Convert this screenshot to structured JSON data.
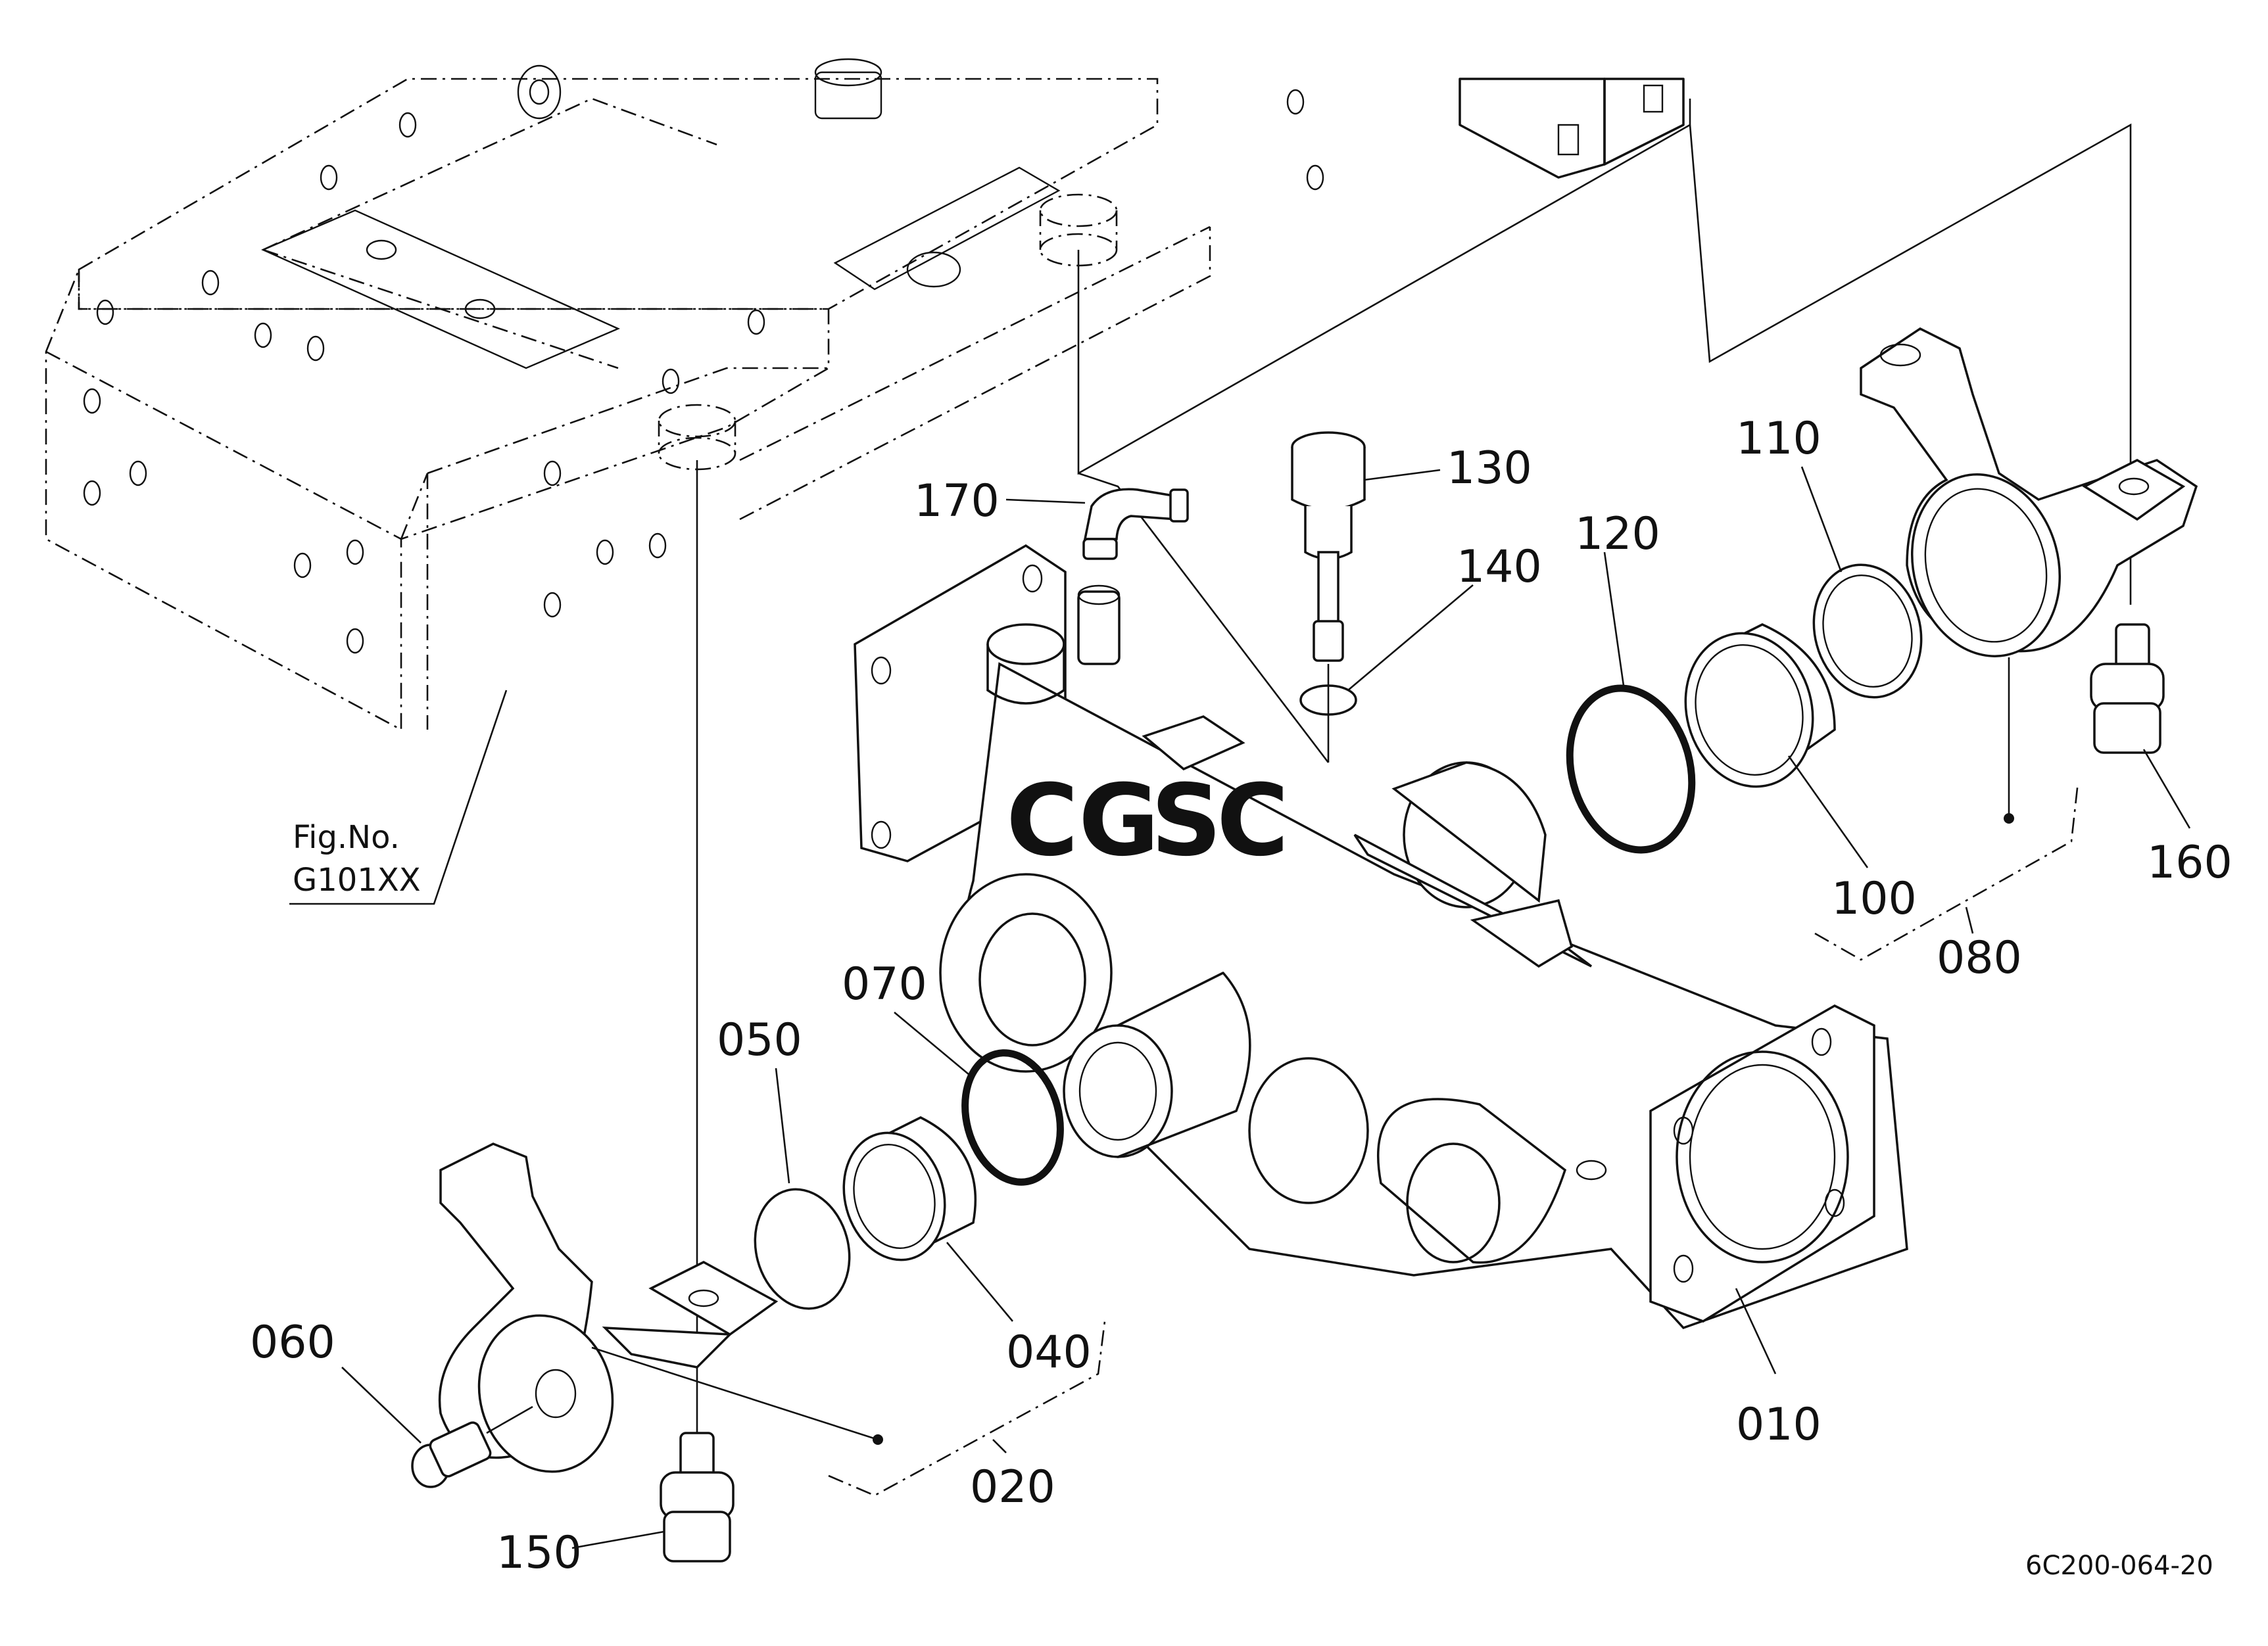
{
  "figure_reference": {
    "line1": "Fig.No.",
    "line2": "G101XX"
  },
  "watermark": {
    "letters": [
      "C",
      "G",
      "S",
      "C"
    ],
    "colors": [
      "#5b8fd8",
      "#e87b6b",
      "#f3cc55",
      "#5fb991"
    ]
  },
  "document_number": "6C200-064-20",
  "part_callouts": {
    "p010": "010",
    "p020": "020",
    "p040": "040",
    "p050": "050",
    "p060": "060",
    "p070": "070",
    "p080": "080",
    "p100": "100",
    "p110": "110",
    "p120": "120",
    "p130": "130",
    "p140": "140",
    "p150": "150",
    "p160": "160",
    "p170": "170"
  }
}
